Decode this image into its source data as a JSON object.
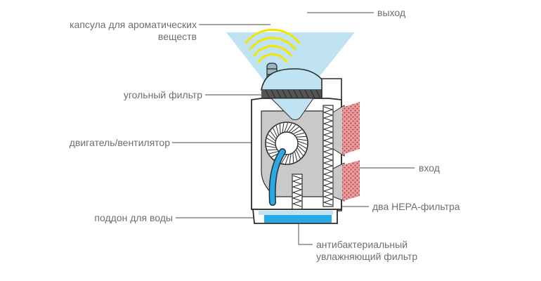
{
  "labels": {
    "aroma_capsule_line1": "капсула для ароматических",
    "aroma_capsule_line2": "веществ",
    "carbon_filter": "угольный фильтр",
    "motor_fan": "двигатель/вентилятор",
    "water_tray": "поддон для воды",
    "output": "выход",
    "input": "вход",
    "hepa_filters": "два HEPA-фильтра",
    "antibacterial_line1": "антибактериальный",
    "antibacterial_line2": "увлажняющий фильтр"
  },
  "colors": {
    "label_text": "#6d6e71",
    "leader_line": "#6d6e71",
    "outline": "#2b2b2b",
    "air_blue": "#bfe3f3",
    "water_blue": "#29a9e6",
    "gray_part": "#c9c9c9",
    "hepa_red": "#d55757",
    "aroma_yellow": "#f2e600"
  }
}
